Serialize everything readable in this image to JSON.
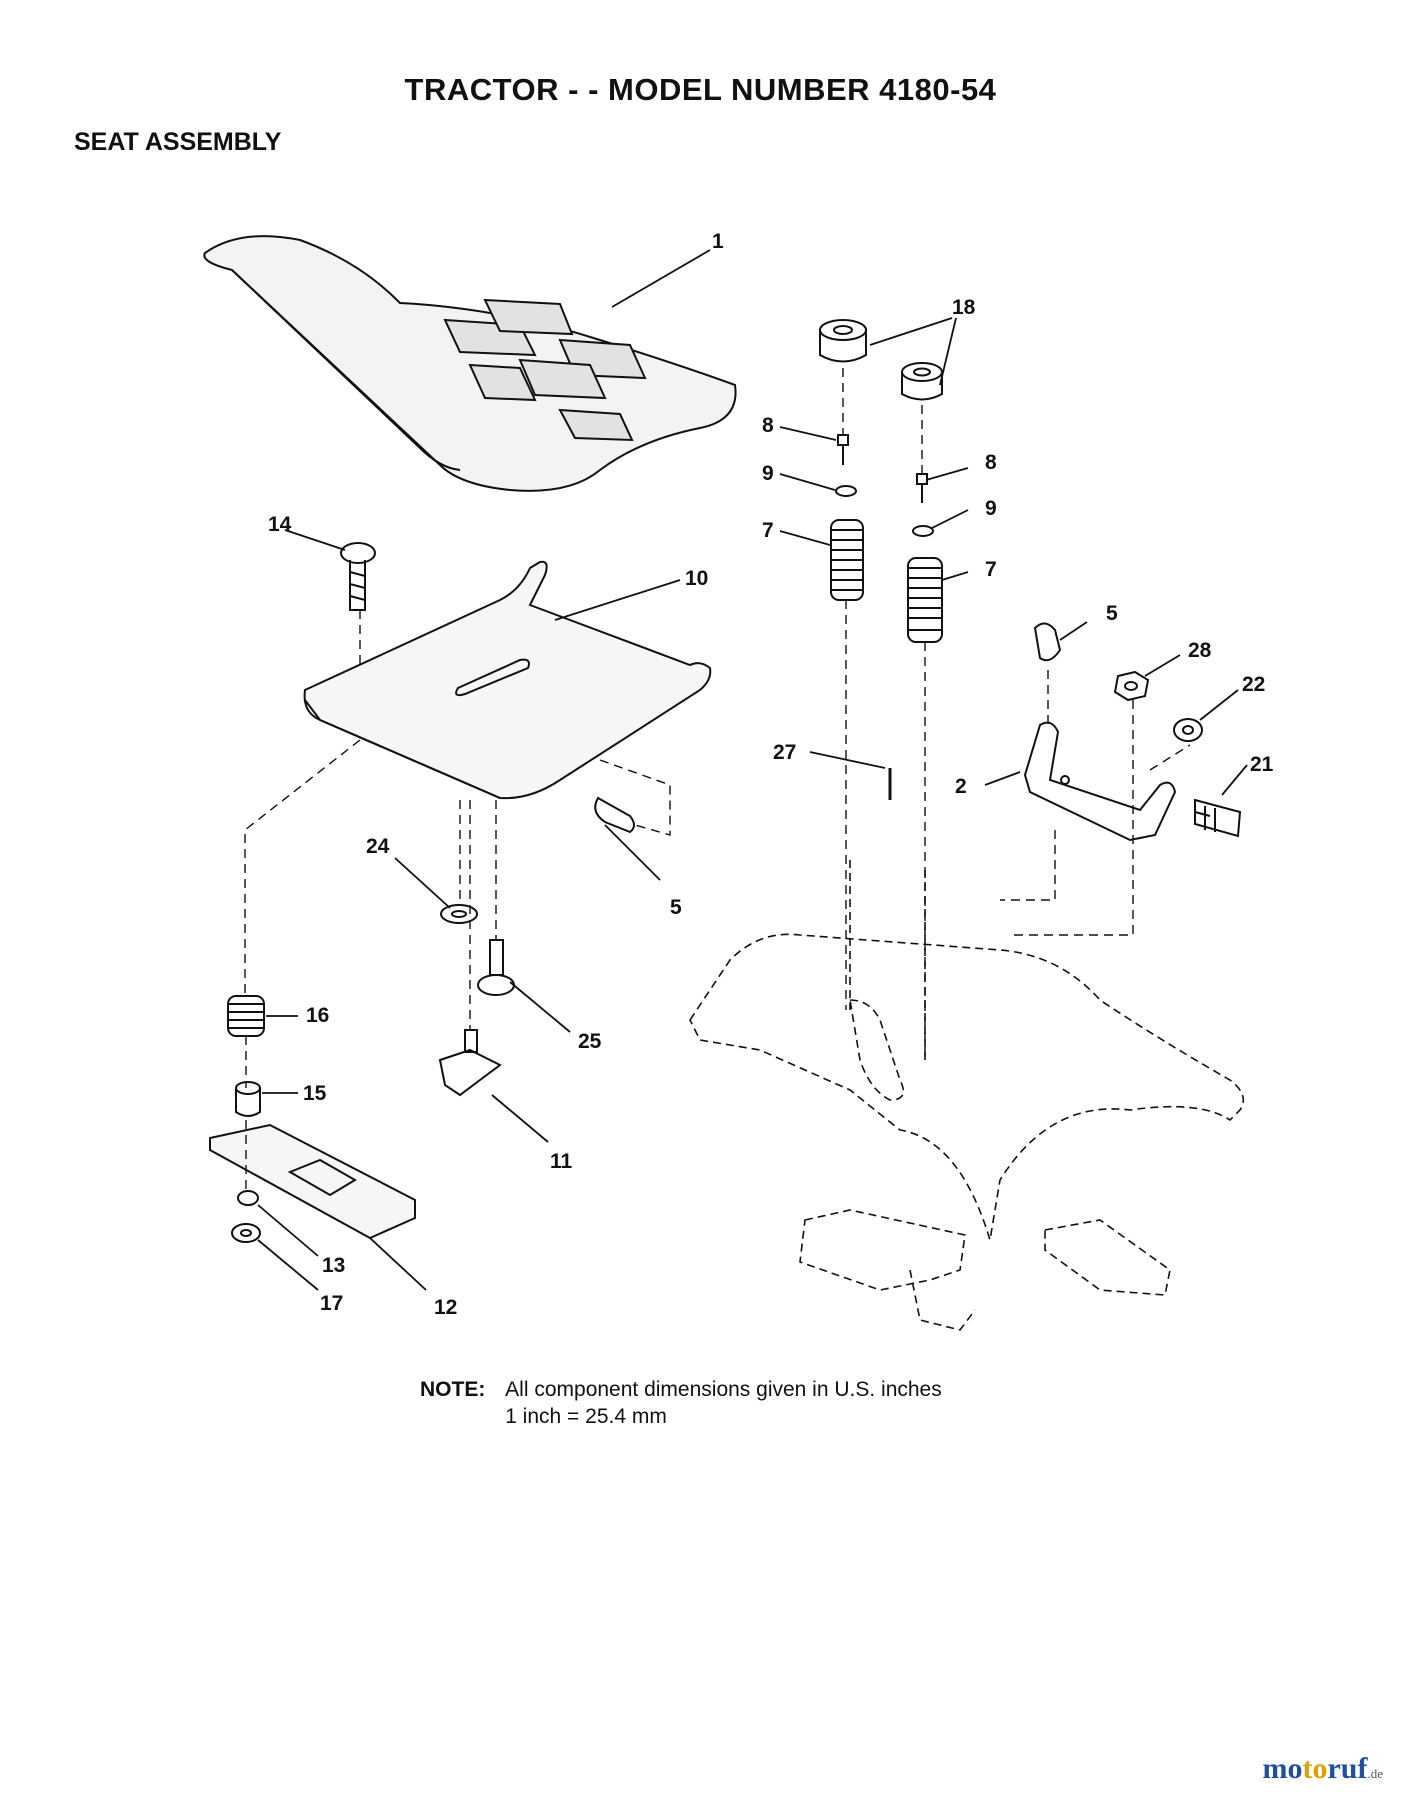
{
  "header": {
    "title": "TRACTOR - - MODEL NUMBER 4180-54",
    "subtitle": "SEAT ASSEMBLY"
  },
  "callouts": [
    {
      "id": "c1",
      "label": "1"
    },
    {
      "id": "c18",
      "label": "18"
    },
    {
      "id": "c8a",
      "label": "8"
    },
    {
      "id": "c8b",
      "label": "8"
    },
    {
      "id": "c9a",
      "label": "9"
    },
    {
      "id": "c9b",
      "label": "9"
    },
    {
      "id": "c7a",
      "label": "7"
    },
    {
      "id": "c7b",
      "label": "7"
    },
    {
      "id": "c14",
      "label": "14"
    },
    {
      "id": "c10",
      "label": "10"
    },
    {
      "id": "c5a",
      "label": "5"
    },
    {
      "id": "c28",
      "label": "28"
    },
    {
      "id": "c22",
      "label": "22"
    },
    {
      "id": "c27",
      "label": "27"
    },
    {
      "id": "c2",
      "label": "2"
    },
    {
      "id": "c21",
      "label": "21"
    },
    {
      "id": "c24",
      "label": "24"
    },
    {
      "id": "c5b",
      "label": "5"
    },
    {
      "id": "c16",
      "label": "16"
    },
    {
      "id": "c25",
      "label": "25"
    },
    {
      "id": "c15",
      "label": "15"
    },
    {
      "id": "c11",
      "label": "11"
    },
    {
      "id": "c13",
      "label": "13"
    },
    {
      "id": "c12",
      "label": "12"
    },
    {
      "id": "c17",
      "label": "17"
    }
  ],
  "note": {
    "label": "NOTE:",
    "line1": "All component dimensions given in U.S. inches",
    "line2": "1 inch = 25.4 mm"
  },
  "watermark": {
    "brand_mo": "mo",
    "brand_to": "to",
    "brand_ruf": "ruf",
    "tld": ".de",
    "colors": {
      "mo": "#1f4fa0",
      "to": "#e0a000",
      "ruf": "#1f4fa0"
    }
  }
}
